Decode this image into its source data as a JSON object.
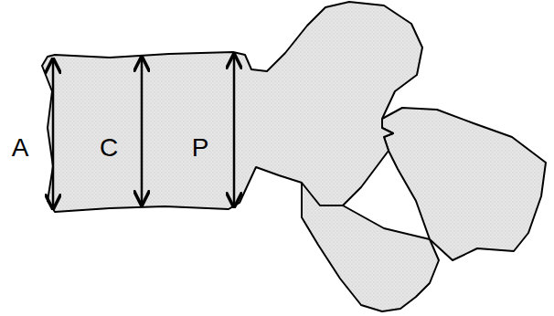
{
  "diagram": {
    "labels": [
      "A",
      "C",
      "P"
    ]
  }
}
